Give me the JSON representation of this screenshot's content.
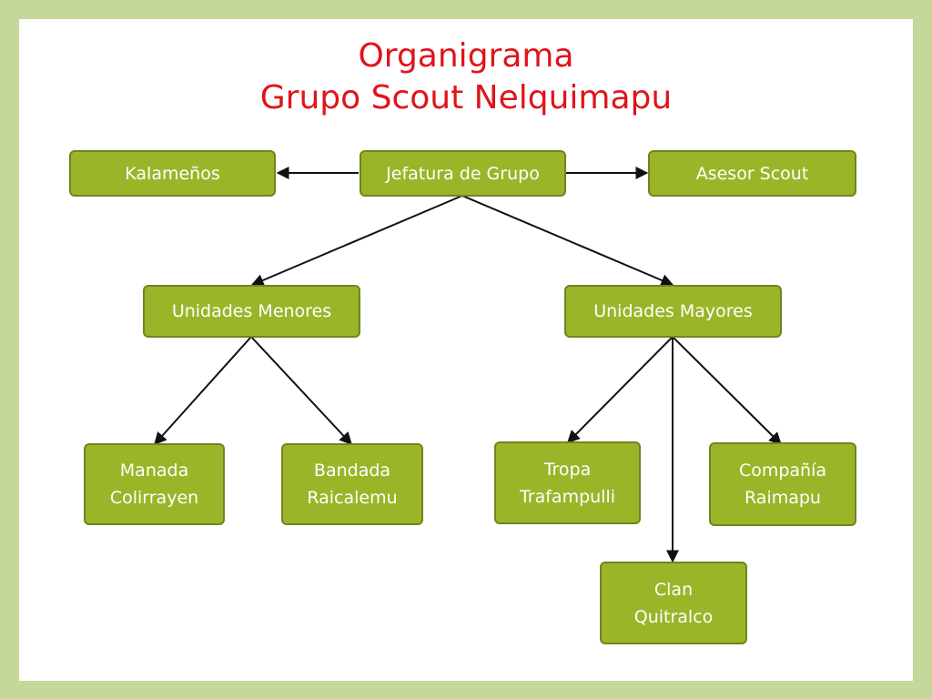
{
  "title": {
    "line1": "Organigrama",
    "line2": "Grupo Scout Nelquimapu"
  },
  "nodes": {
    "kalamenos": "Kalameños",
    "jefatura": "Jefatura de Grupo",
    "asesor": "Asesor Scout",
    "menores": "Unidades Menores",
    "mayores": "Unidades Mayores",
    "manada": {
      "line1": "Manada",
      "line2": "Colirrayen"
    },
    "bandada": {
      "line1": "Bandada",
      "line2": "Raicalemu"
    },
    "tropa": {
      "line1": "Tropa",
      "line2": "Trafampulli"
    },
    "compania": {
      "line1": "Compañía",
      "line2": "Raimapu"
    },
    "clan": {
      "line1": "Clan",
      "line2": "Quitralco"
    }
  },
  "colors": {
    "node_fill": "#9bb529",
    "node_border": "#6e8520",
    "title": "#e0141a",
    "frame": "#c5d89a",
    "connector": "#111111"
  }
}
